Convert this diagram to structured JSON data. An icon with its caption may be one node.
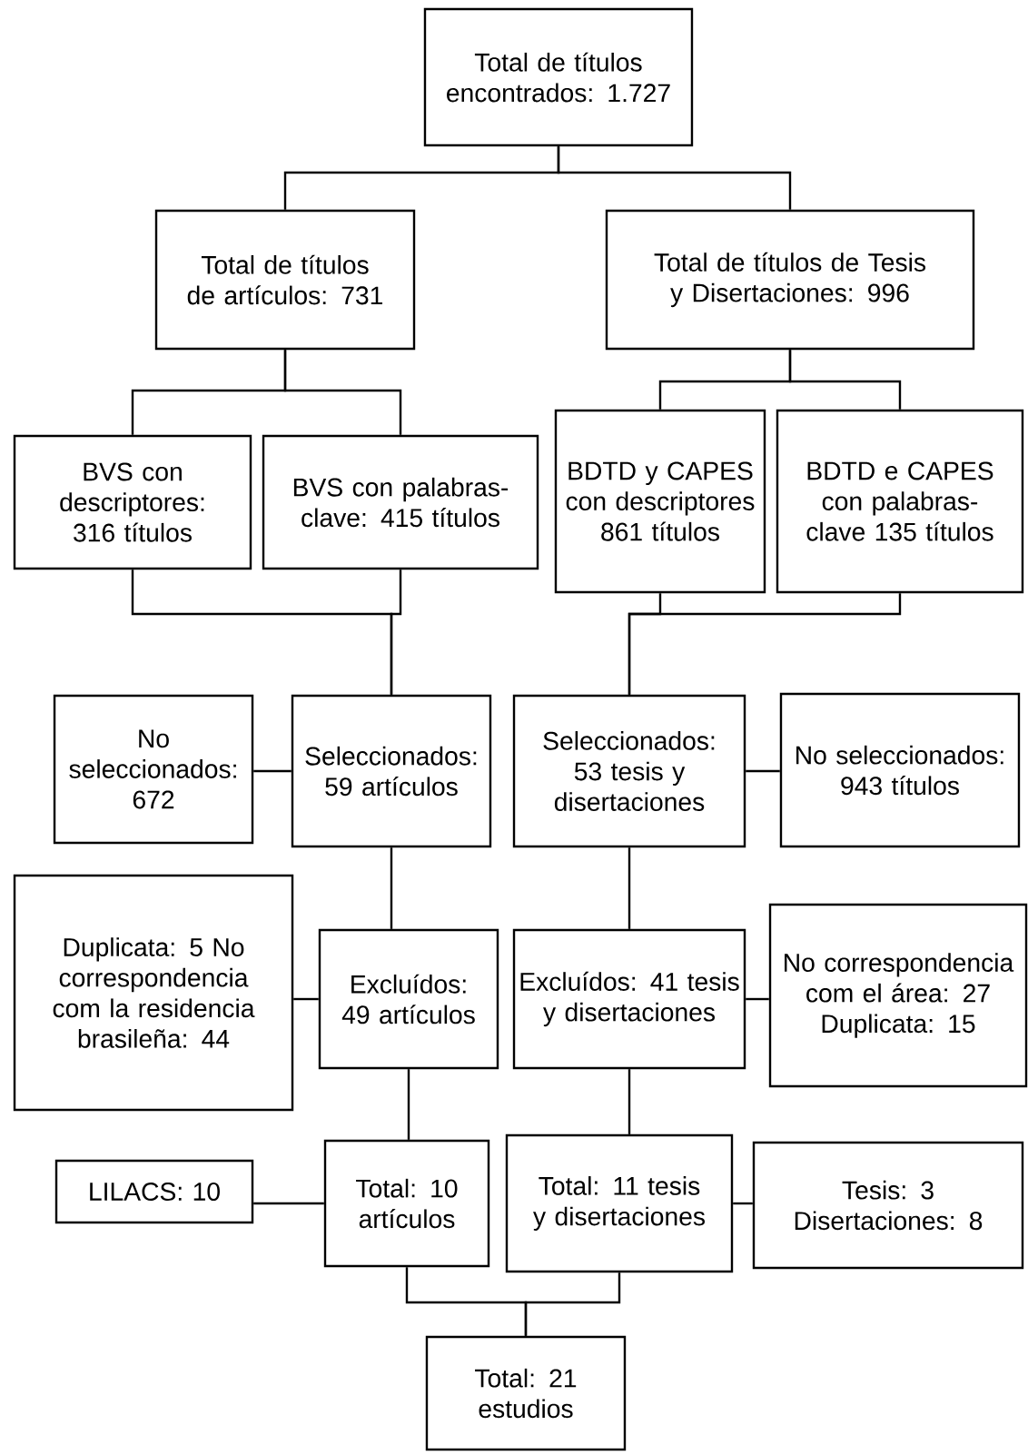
{
  "diagram": {
    "nodes": [
      {
        "text": [
          "Total de títulos encontrados: 1.727"
        ]
      },
      {
        "text": [
          "Total de títulos de artículos: 731"
        ]
      },
      {
        "text": [
          "Total de títulos de Tesis y Disertaciones: 996"
        ]
      },
      {
        "text": [
          "BVS con descriptores: 316 títulos"
        ]
      },
      {
        "text": [
          "BVS con palabras-clave: 415 títulos"
        ]
      },
      {
        "text": [
          "BDTD y CAPES con descriptores 861 títulos"
        ]
      },
      {
        "text": [
          "BDTD e CAPES con palabras-clave 135 títulos"
        ]
      },
      {
        "text": [
          "No seleccionados: 672"
        ]
      },
      {
        "text": [
          "Seleccionados: 59 artículos"
        ]
      },
      {
        "text": [
          "Seleccionados: 53 tesis y disertaciones"
        ]
      },
      {
        "text": [
          "No seleccionados: 943 títulos"
        ]
      },
      {
        "text": [
          "Duplicata: 5 No correspondencia com la residencia brasileña: 44"
        ]
      },
      {
        "text": [
          "Excluídos: 49 artículos"
        ]
      },
      {
        "text": [
          "Excluídos: 41 tesis y disertaciones"
        ]
      },
      {
        "text": [
          "No correspondencia com el área: 27 Duplicata: 15"
        ]
      },
      {
        "text": [
          "LILACS: 10"
        ]
      },
      {
        "text": [
          "Total: 10 artículos"
        ]
      },
      {
        "text": [
          "Total: 11 tesis y disertaciones"
        ]
      },
      {
        "text": [
          "Tesis: 3 Disertaciones: 8"
        ]
      },
      {
        "text": [
          "Total: 21 estudios"
        ]
      }
    ],
    "edges": [
      {
        "from": 0,
        "to": 1,
        "arrow": "none"
      },
      {
        "from": 0,
        "to": 2,
        "arrow": "none"
      },
      {
        "from": 1,
        "to": 3,
        "arrow": "none"
      },
      {
        "from": 1,
        "to": 4,
        "arrow": "none"
      },
      {
        "from": 2,
        "to": 5,
        "arrow": "none"
      },
      {
        "from": 2,
        "to": 6,
        "arrow": "none"
      },
      {
        "from": 3,
        "to": 8,
        "arrow": "none"
      },
      {
        "from": 4,
        "to": 8,
        "arrow": "none"
      },
      {
        "from": 5,
        "to": 9,
        "arrow": "none"
      },
      {
        "from": 6,
        "to": 9,
        "arrow": "none"
      },
      {
        "from": 8,
        "to": 7,
        "arrow": "none"
      },
      {
        "from": 9,
        "to": 10,
        "arrow": "none"
      },
      {
        "from": 8,
        "to": 12,
        "arrow": "none"
      },
      {
        "from": 9,
        "to": 13,
        "arrow": "none"
      },
      {
        "from": 12,
        "to": 11,
        "arrow": "none"
      },
      {
        "from": 13,
        "to": 14,
        "arrow": "none"
      },
      {
        "from": 12,
        "to": 16,
        "arrow": "none"
      },
      {
        "from": 13,
        "to": 17,
        "arrow": "none"
      },
      {
        "from": 16,
        "to": 15,
        "arrow": "none"
      },
      {
        "from": 17,
        "to": 18,
        "arrow": "none"
      },
      {
        "from": 16,
        "to": 19,
        "arrow": "none"
      },
      {
        "from": 17,
        "to": 19,
        "arrow": "none"
      }
    ]
  }
}
